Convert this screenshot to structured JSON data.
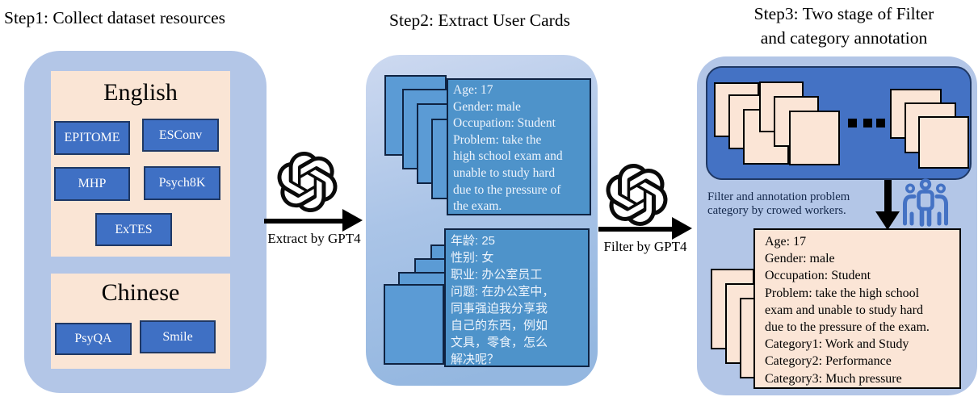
{
  "titles": {
    "step1": "Step1: Collect dataset resources",
    "step2": "Step2: Extract User Cards",
    "step3": "Step3: Two stage of Filter\nand category annotation"
  },
  "panel1": {
    "english": {
      "label": "English",
      "datasets": [
        "EPITOME",
        "ESConv",
        "MHP",
        "Psych8K",
        "ExTES"
      ]
    },
    "chinese": {
      "label": "Chinese",
      "datasets": [
        "PsyQA",
        "Smile"
      ]
    }
  },
  "connectors": {
    "extract_label": "Extract by GPT4",
    "filter_label": "Filter by GPT4"
  },
  "panel2": {
    "english_card": "Age: 17\nGender: male\nOccupation: Student\nProblem: take the\nhigh school exam and\nunable to study hard\ndue to the pressure of\nthe exam.",
    "chinese_card": "年龄: 25\n性别: 女\n职业: 办公室员工\n问题: 在办公室中，\n同事强迫我分享我\n自己的东西，例如\n文具，零食，怎么\n解决呢？"
  },
  "panel3": {
    "note": "Filter and annotation problem\ncategory by crowed workers.",
    "result_card": "Age: 17\nGender: male\nOccupation: Student\nProblem: take the high school\nexam and unable to study hard\ndue to the pressure of the exam.\nCategory1: Work and Study\nCategory2: Performance\nCategory3: Much pressure"
  },
  "icons": {
    "extract": "openai-logo",
    "filter": "openai-logo",
    "crowd": "crowd-workers-icon",
    "ellipsis": "ellipsis-dots"
  },
  "colors": {
    "panel_light_blue": "#b3c6e7",
    "accent_blue": "#4472c4",
    "stack_blue": "#5b9bd5",
    "card_blue": "#4e93ca",
    "cream": "#fbe5d6",
    "border_navy": "#1f3864",
    "arrow_black": "#000000"
  }
}
